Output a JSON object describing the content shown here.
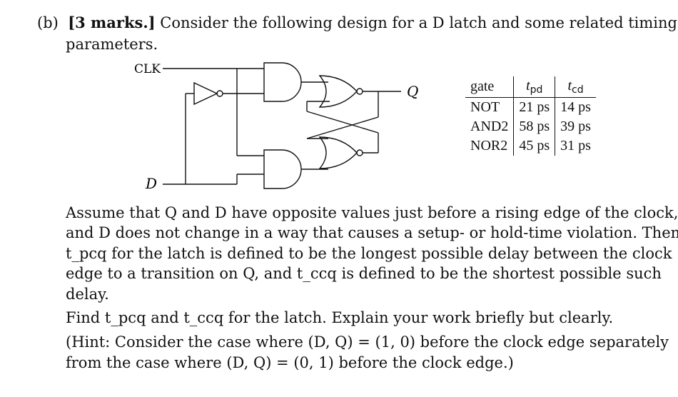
{
  "question": {
    "label": "(b)",
    "marks": "[3 marks.]",
    "intro_l1": "Consider the following design for a D latch and some related timing",
    "intro_l2": "parameters."
  },
  "circuit": {
    "clk_label": "CLK",
    "d_label": "D",
    "q_label": "Q"
  },
  "timing_table": {
    "headers": {
      "gate": "gate",
      "tpd_t": "t",
      "tpd_sub": "pd",
      "tcd_t": "t",
      "tcd_sub": "cd"
    },
    "rows": [
      {
        "gate": "NOT",
        "tpd": "21 ps",
        "tcd": "14 ps"
      },
      {
        "gate": "AND2",
        "tpd": "58 ps",
        "tcd": "39 ps"
      },
      {
        "gate": "NOR2",
        "tpd": "45 ps",
        "tcd": "31 ps"
      }
    ]
  },
  "body": {
    "p1_l1": "Assume that Q and D have opposite values just before a rising edge of the clock,",
    "p1_l2": "and D does not change in a way that causes a setup- or hold-time violation. Then",
    "p1_l3": "t_pcq for the latch is defined to be the longest possible delay between the clock",
    "p1_l4": "edge to a transition on Q, and t_ccq is defined to be the shortest possible such",
    "p1_l5": "delay.",
    "p2": "Find t_pcq and t_ccq for the latch. Explain your work briefly but clearly.",
    "hint_l1": "(Hint: Consider the case where (D, Q) = (1, 0) before the clock edge separately",
    "hint_l2": "from the case where (D, Q) = (0, 1) before the clock edge.)"
  }
}
